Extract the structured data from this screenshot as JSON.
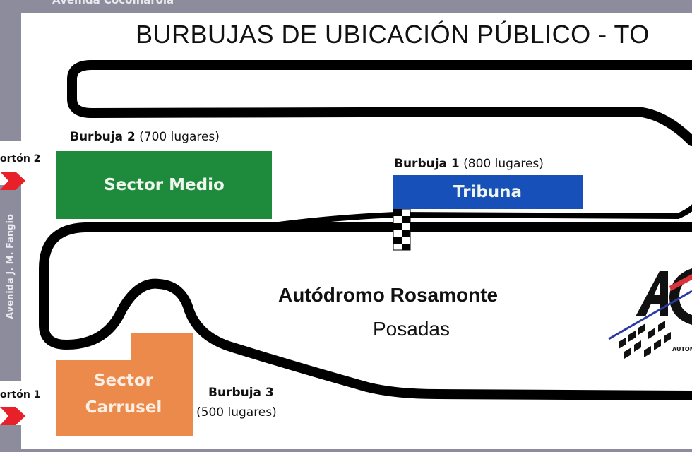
{
  "title": "BURBUJAS DE UBICACIÓN PÚBLICO - TO",
  "roads": {
    "top": "Avenida Cocomarola",
    "left": "Avenida J. M. Fangio"
  },
  "gates": [
    {
      "label": "ortón 2"
    },
    {
      "label": "ortón 1"
    }
  ],
  "bubbles": [
    {
      "name": "Burbuja 2",
      "capacity": "(700 lugares)",
      "sector": "Sector Medio",
      "color": "#1e8a3c"
    },
    {
      "name": "Burbuja 1",
      "capacity": "(800 lugares)",
      "sector": "Tribuna",
      "color": "#1750b8"
    },
    {
      "name": "Burbuja 3",
      "capacity": "(500 lugares)",
      "sector_line1": "Sector",
      "sector_line2": "Carrusel",
      "color": "#ec8a4c"
    }
  ],
  "venue": {
    "name": "Autódromo Rosamonte",
    "city": "Posadas"
  },
  "logo": {
    "letters": "AC",
    "text": "AUTOM"
  },
  "colors": {
    "road": "#8c8c9c",
    "track": "#000000",
    "gate_arrow": "#e8202a"
  }
}
